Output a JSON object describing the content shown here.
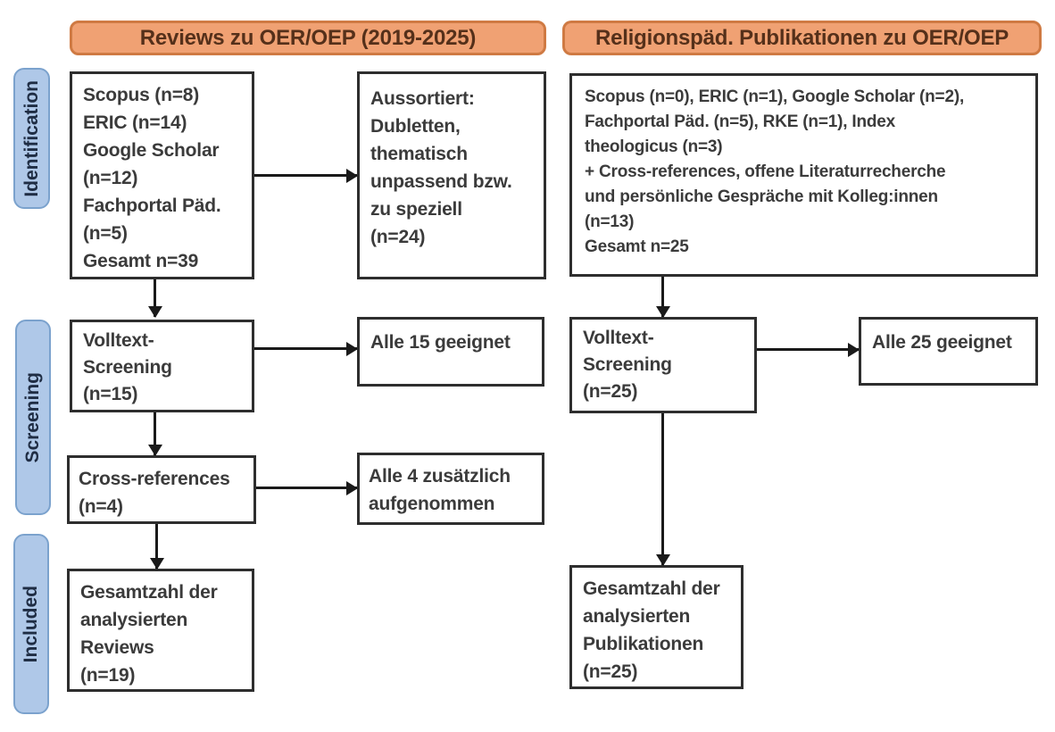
{
  "columns": {
    "left_header": "Reviews zu OER/OEP (2019-2025)",
    "right_header": "Religionspäd. Publikationen zu OER/OEP"
  },
  "stages": {
    "identification": "Identification",
    "screening": "Screening",
    "included": "Included"
  },
  "boxes": {
    "left_sources": "Scopus (n=8)\nERIC (n=14)\nGoogle Scholar\n(n=12)\nFachportal Päd.\n(n=5)\nGesamt n=39",
    "left_excluded": "Aussortiert:\nDubletten,\nthematisch\nunpassend bzw.\nzu speziell\n(n=24)",
    "right_sources": "Scopus (n=0), ERIC (n=1), Google Scholar (n=2),\nFachportal Päd. (n=5), RKE (n=1), Index\ntheologicus (n=3)\n+ Cross-references, offene Literaturrecherche\nund persönliche Gespräche mit Kolleg:innen\n(n=13)\nGesamt n=25",
    "left_fulltext": "Volltext-\nScreening\n(n=15)",
    "left_fulltext_result": "Alle 15 geeignet",
    "left_crossref": "Cross-references\n(n=4)",
    "left_crossref_result": "Alle 4 zusätzlich\naufgenommen",
    "left_included": "Gesamtzahl der\nanalysierten\nReviews\n(n=19)",
    "right_fulltext": "Volltext-\nScreening\n(n=25)",
    "right_fulltext_result": "Alle 25 geeignet",
    "right_included": "Gesamtzahl der\nanalysierten\nPublikationen\n(n=25)"
  },
  "colors": {
    "header_fill": "#f0a173",
    "header_border": "#cf7a43",
    "header_text": "#55301a",
    "stage_fill": "#afc8e8",
    "stage_border": "#7ba2cd",
    "stage_text": "#1f2d44",
    "box_border": "#2e2e2e",
    "box_text": "#3b3b3b",
    "arrow": "#1a1a1a",
    "bg": "#ffffff"
  }
}
